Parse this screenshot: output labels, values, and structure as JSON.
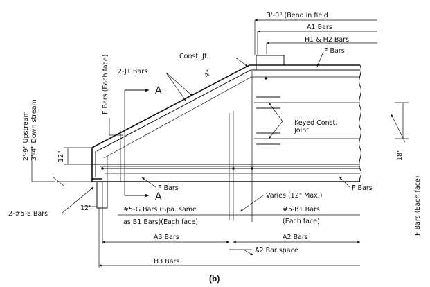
{
  "figure": {
    "caption": "(b)",
    "labels": {
      "bend": "3'-0\" (Bend in field",
      "a1": "A1 Bars",
      "h1h2": "H1 & H2 Bars",
      "f_top": "F Bars",
      "const_jt": "Const. Jt.",
      "j1": "2-J1 Bars",
      "four_in": "4\"",
      "section_a_top": "A",
      "section_a_bottom": "A",
      "f_each_face_left": "F Bars (Each face)",
      "keyed_1": "Keyed Const.",
      "keyed_2": "Joint",
      "upstream": "2'-9\" Upstream",
      "downstream": "3'-4\" Down stream",
      "dim_12_left": "12\"",
      "dim_18": "18\"",
      "f_each_face_right": "F Bars (Each face)",
      "f_bottom_mid": "F Bars",
      "f_bottom_right": "F Bars",
      "e_bars": "2-#5-E Bars",
      "dim_12_bottom": "12\"",
      "varies": "Varies (12\" Max.)",
      "g_bars_1": "#5-G Bars (Spa. same",
      "g_bars_2": "as B1 Bars)(Each face)",
      "b1_bars_1": "#5-B1 Bars",
      "b1_bars_2": "(Each face)",
      "a3": "A3 Bars",
      "a2": "A2 Bars",
      "a2_space": "A2 Bar space",
      "h3": "H3 Bars"
    }
  }
}
